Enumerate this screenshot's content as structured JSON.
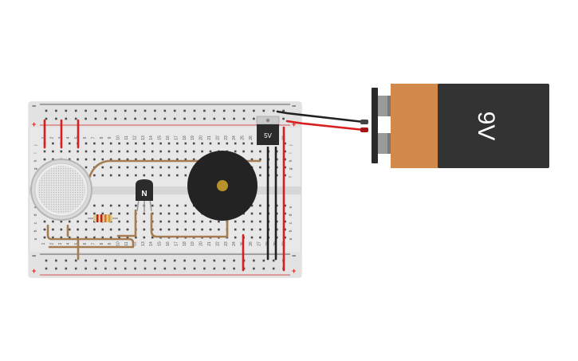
{
  "breadboard": {
    "plus": "+",
    "minus": "−",
    "row_letters_top": [
      "j",
      "i",
      "h",
      "g",
      "f"
    ],
    "row_letters_bottom": [
      "e",
      "d",
      "c",
      "b",
      "a"
    ],
    "column_count": 30,
    "colors": {
      "body": "#e6e6e6",
      "rail_red": "#d02020",
      "rail_dark": "#333333"
    }
  },
  "transistor": {
    "label": "N"
  },
  "regulator": {
    "label": "5V"
  },
  "battery": {
    "label": "9V",
    "colors": {
      "band": "#d4894c",
      "body": "#333333"
    }
  },
  "wire_colors": {
    "red": "#d81e1e",
    "black": "#222222",
    "jumper": "#a67c52"
  }
}
